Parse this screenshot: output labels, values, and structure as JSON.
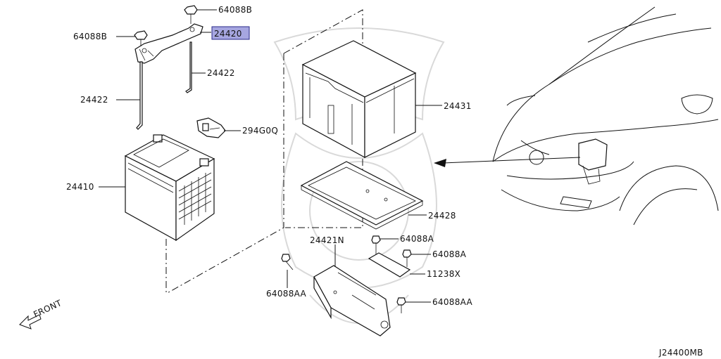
{
  "labels": {
    "p64088b_top": "64088B",
    "p64088b_left": "64088B",
    "p24420": "24420",
    "p24422_right": "24422",
    "p24422_left": "24422",
    "p294g0q": "294G0Q",
    "p24410": "24410",
    "p24431": "24431",
    "p24428": "24428",
    "p24421n": "24421N",
    "p64088a_1": "64088A",
    "p64088a_2": "64088A",
    "p11238x": "11238X",
    "p64088aa_left": "64088AA",
    "p64088aa_right": "64088AA",
    "front": "FRONT",
    "diagram_code": "J24400MB"
  },
  "highlight_color": "#a6a6e0",
  "line_color": "#111111"
}
